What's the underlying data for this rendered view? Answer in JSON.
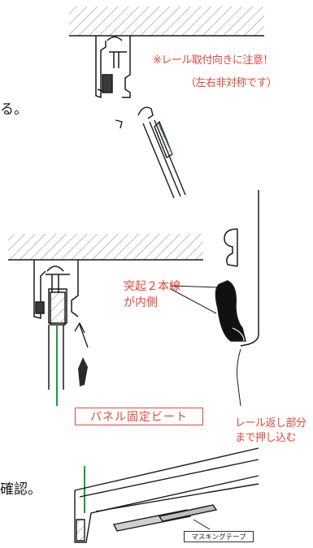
{
  "labels": {
    "note_line1": "※レール取付向きに注意！",
    "note_line2": "（左右非対称です）",
    "cut_text_top": "る。",
    "protrusion_line1": "突起２本線",
    "protrusion_line2": "が内側",
    "panel_bead": "パネル固定ビート",
    "rail_return_line1": "レール返し部分",
    "rail_return_line2": "まで押し込む",
    "cut_text_bottom": "確認。",
    "masking_tape": "マスキングテープ"
  },
  "colors": {
    "annotation_red": "#e0473a",
    "line_black": "#1a1a1a",
    "green_line": "#1e9a3c",
    "hatch_gray": "#9a9a9a"
  }
}
